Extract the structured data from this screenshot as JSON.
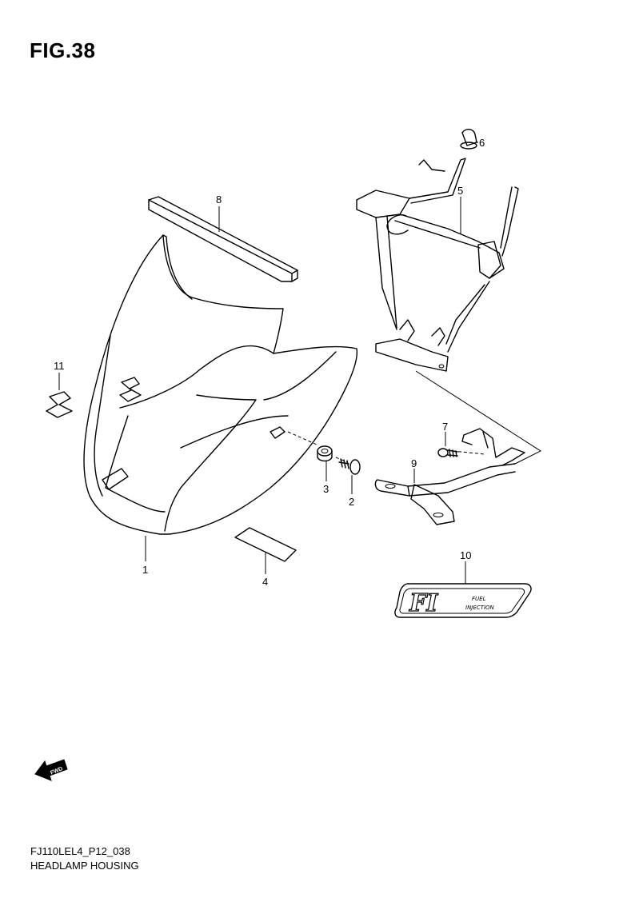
{
  "figure": {
    "title": "FIG.38"
  },
  "callouts": [
    {
      "id": "1",
      "label": "1"
    },
    {
      "id": "2",
      "label": "2"
    },
    {
      "id": "3",
      "label": "3"
    },
    {
      "id": "4",
      "label": "4"
    },
    {
      "id": "5",
      "label": "5"
    },
    {
      "id": "6",
      "label": "6"
    },
    {
      "id": "7",
      "label": "7"
    },
    {
      "id": "8",
      "label": "8"
    },
    {
      "id": "9",
      "label": "9"
    },
    {
      "id": "10",
      "label": "10"
    },
    {
      "id": "11",
      "label": "11"
    }
  ],
  "emblem": {
    "letters": "FI",
    "line1": "FUEL",
    "line2": "INJECTION"
  },
  "fwd_arrow": {
    "label": "FWD",
    "icon": "fwd-arrow-icon"
  },
  "footer": {
    "code": "FJ110LEL4_P12_038",
    "caption": "HEADLAMP HOUSING"
  }
}
